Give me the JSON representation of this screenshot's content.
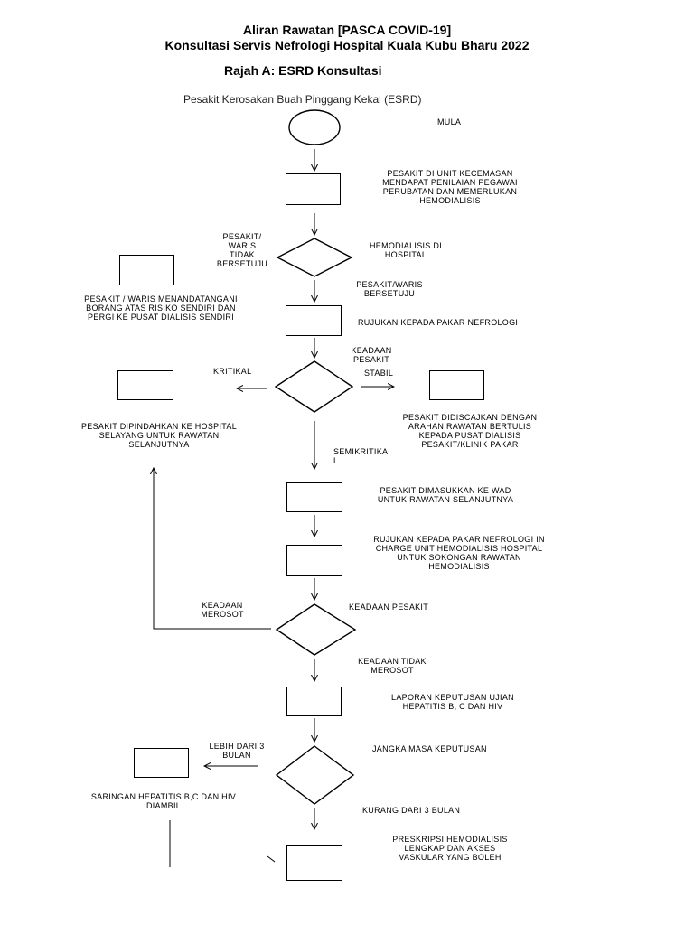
{
  "header": {
    "title1": "Aliran Rawatan [PASCA COVID-19]",
    "title2": "Konsultasi Servis Nefrologi Hospital Kuala Kubu Bharu 2022",
    "figure_title": "Rajah A: ESRD Konsultasi",
    "subtitle": "Pesakit Kerosakan Buah Pinggang Kekal (ESRD)"
  },
  "nodes": {
    "start": "MULA",
    "box1": "PESAKIT DI UNIT KECEMASAN\nMENDAPAT PENILAIAN PEGAWAI\nPERUBATAN DAN MEMERLUKAN\nHEMODIALISIS",
    "decision1": "HEMODIALISIS DI\nHOSPITAL",
    "decision1_no": "PESAKIT/\nWARIS\nTIDAK\nBERSETUJU",
    "decision1_yes": "PESAKIT/WARIS\nBERSETUJU",
    "left1": "PESAKIT / WARIS MENANDATANGANI\nBORANG ATAS RISIKO SENDIRI DAN\nPERGI KE PUSAT DIALISIS SENDIRI",
    "box2": "RUJUKAN KEPADA PAKAR NEFROLOGI",
    "decision2": "KEADAAN\nPESAKIT",
    "decision2_left": "KRITIKAL",
    "decision2_right": "STABIL",
    "decision2_down": "SEMIKRITIKA\nL",
    "left2": "PESAKIT DIPINDAHKAN KE HOSPITAL\nSELAYANG UNTUK RAWATAN\nSELANJUTNYA",
    "right2": "PESAKIT DIDISCAJKAN DENGAN\nARAHAN RAWATAN BERTULIS\nKEPADA PUSAT DIALISIS\nPESAKIT/KLINIK PAKAR",
    "box3": "PESAKIT DIMASUKKAN KE WAD\nUNTUK RAWATAN SELANJUTNYA",
    "box4": "RUJUKAN KEPADA PAKAR NEFROLOGI IN\nCHARGE UNIT HEMODIALISIS HOSPITAL\nUNTUK SOKONGAN RAWATAN\nHEMODIALISIS",
    "decision3": "KEADAAN PESAKIT",
    "decision3_left": "KEADAAN\nMEROSOT",
    "decision3_down": "KEADAAN TIDAK\nMEROSOT",
    "box5": "LAPORAN KEPUTUSAN UJIAN\nHEPATITIS B, C DAN HIV",
    "decision4": "JANGKA MASA KEPUTUSAN",
    "decision4_left": "LEBIH DARI 3\nBULAN",
    "decision4_down": "KURANG DARI 3 BULAN",
    "left4": "SARINGAN HEPATITIS B,C DAN HIV\nDIAMBIL",
    "box6": "PRESKRIPSI HEMODIALISIS\nLENGKAP DAN AKSES\nVASKULAR YANG BOLEH"
  }
}
